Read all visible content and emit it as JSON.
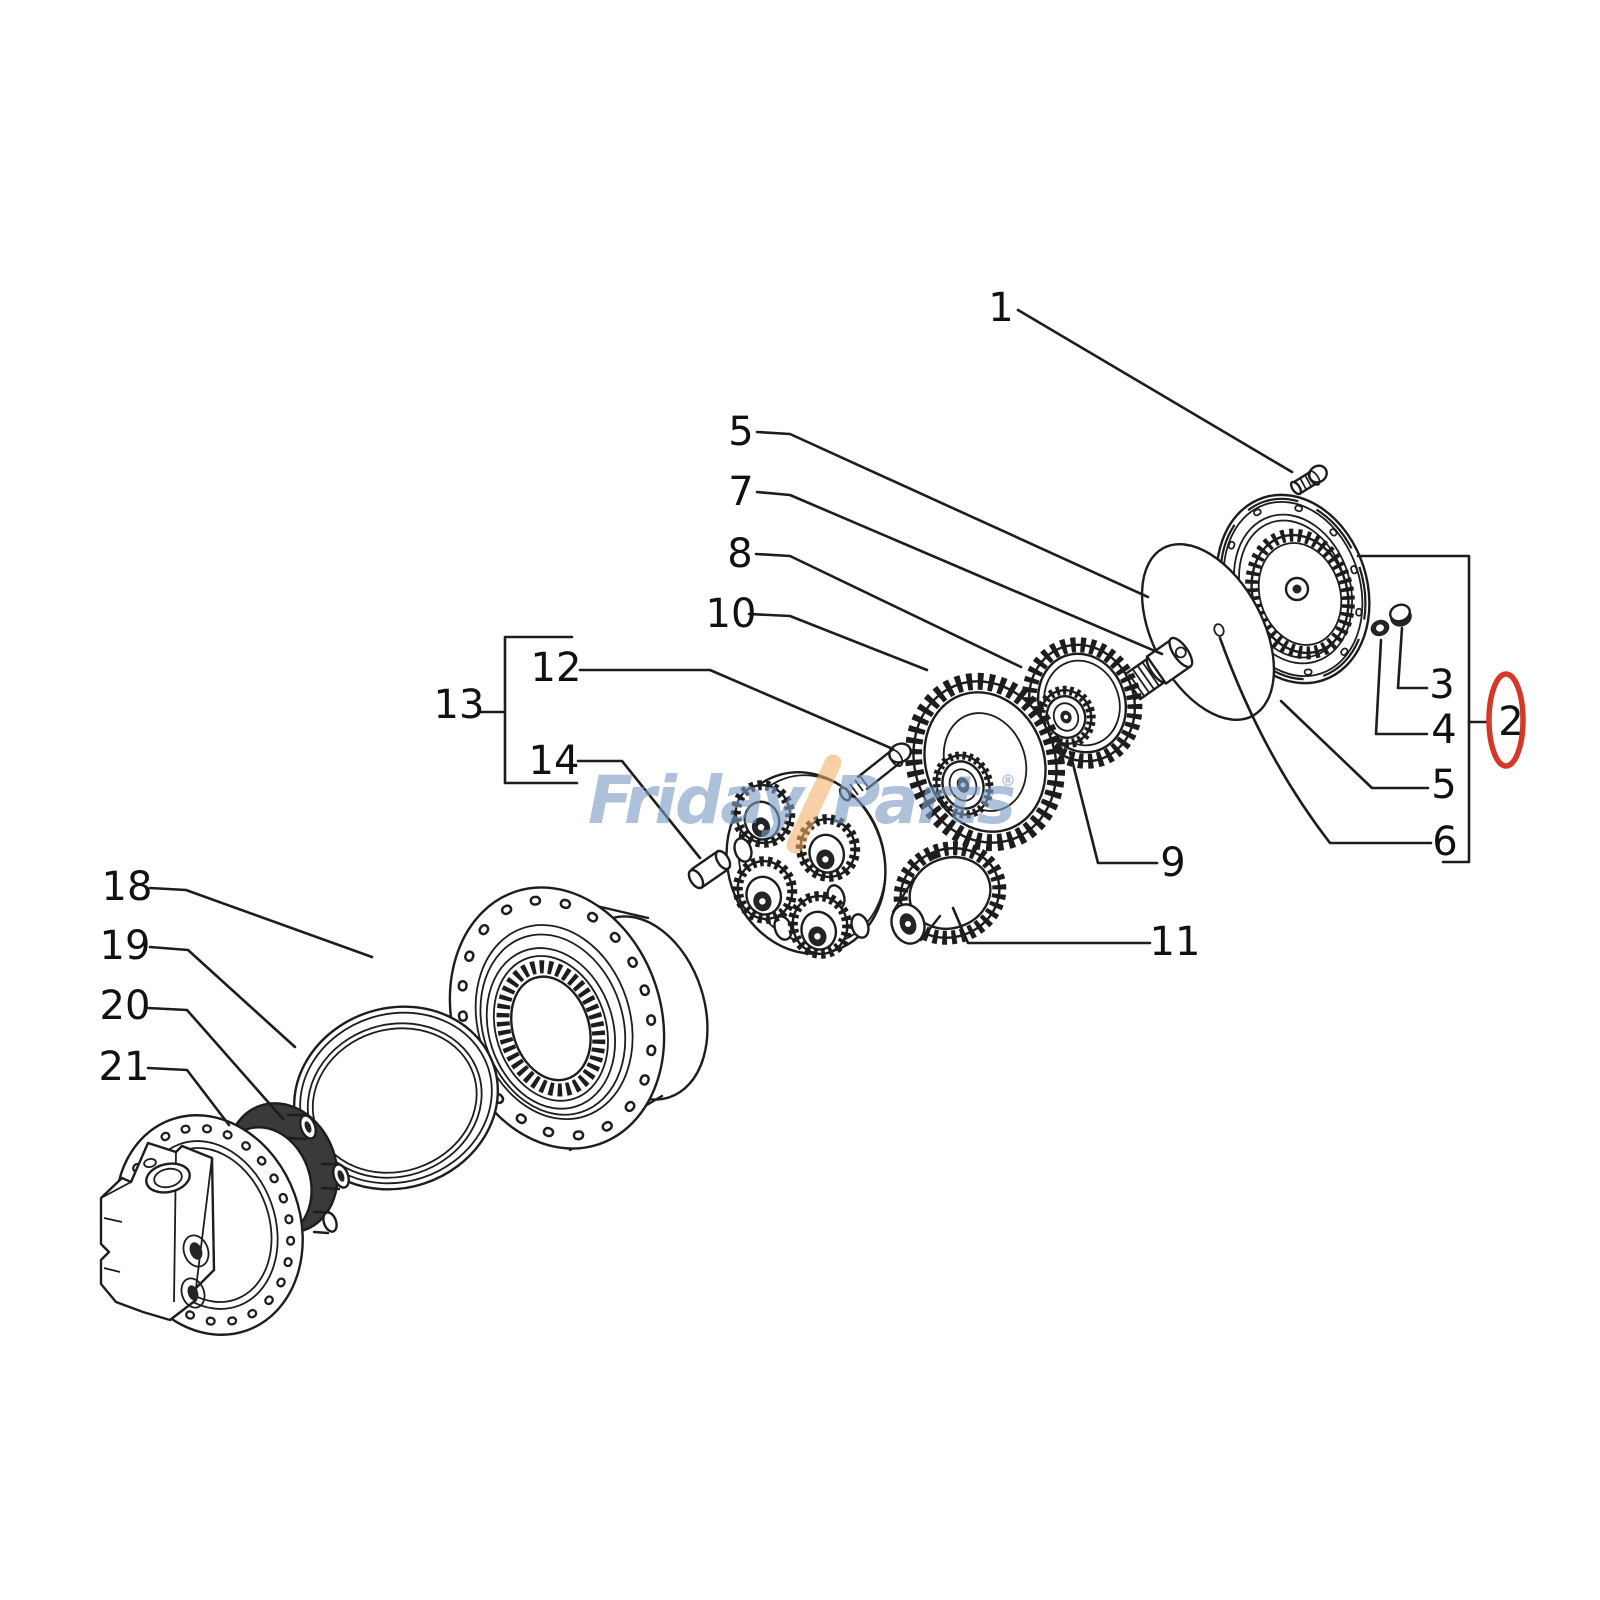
{
  "diagram": {
    "background": "#ffffff",
    "line_color": "#1d1d1d",
    "type": "exploded-parts-diagram"
  },
  "watermark": {
    "word1": "Friday",
    "word2": "Parts",
    "registered": "®",
    "blue": "#7c9cc6",
    "orange": "#f2ae66"
  },
  "highlight": {
    "part": "2",
    "color": "#d53728"
  },
  "callouts": {
    "n1": "1",
    "n2": "2",
    "n3": "3",
    "n4": "4",
    "n5a": "5",
    "n5b": "5",
    "n6": "6",
    "n7": "7",
    "n8": "8",
    "n9": "9",
    "n10": "10",
    "n11": "11",
    "n12": "12",
    "n13": "13",
    "n14": "14",
    "n18": "18",
    "n19": "19",
    "n20": "20",
    "n21": "21"
  }
}
